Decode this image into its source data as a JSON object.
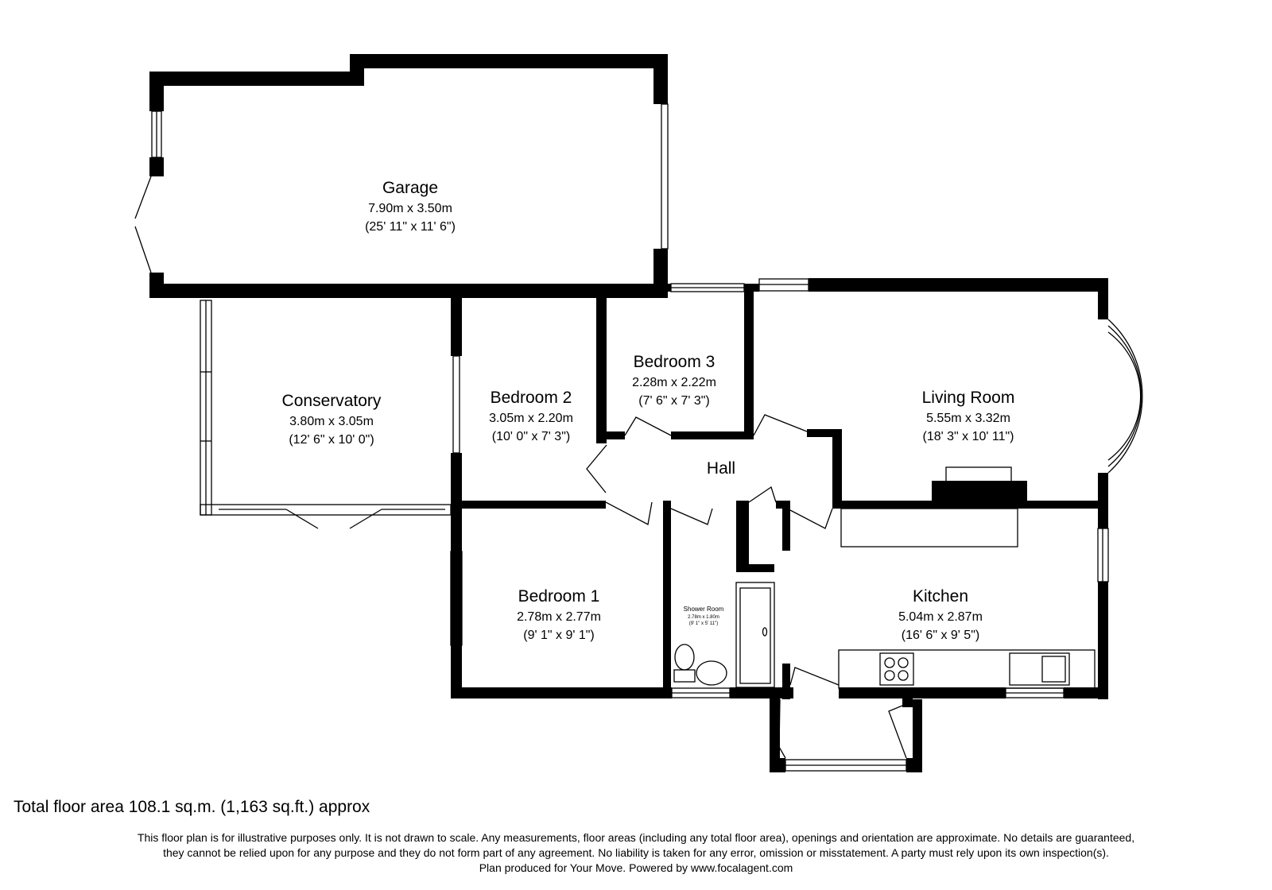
{
  "rooms": {
    "garage": {
      "name": "Garage",
      "metric": "7.90m x 3.50m",
      "imperial": "(25' 11\" x 11' 6\")"
    },
    "conservatory": {
      "name": "Conservatory",
      "metric": "3.80m x 3.05m",
      "imperial": "(12' 6\" x 10' 0\")"
    },
    "bedroom2": {
      "name": "Bedroom 2",
      "metric": "3.05m x 2.20m",
      "imperial": "(10' 0\" x 7' 3\")"
    },
    "bedroom3": {
      "name": "Bedroom 3",
      "metric": "2.28m x 2.22m",
      "imperial": "(7' 6\" x 7' 3\")"
    },
    "living": {
      "name": "Living Room",
      "metric": "5.55m x 3.32m",
      "imperial": "(18' 3\" x 10' 11\")"
    },
    "hall": {
      "name": "Hall"
    },
    "bedroom1": {
      "name": "Bedroom 1",
      "metric": "2.78m x 2.77m",
      "imperial": "(9' 1\" x 9' 1\")"
    },
    "shower": {
      "name": "Shower Room",
      "metric": "2.78m x 1.80m",
      "imperial": "(9' 1\" x 5' 11\")"
    },
    "kitchen": {
      "name": "Kitchen",
      "metric": "5.04m x 2.87m",
      "imperial": "(16' 6\" x 9' 5\")"
    }
  },
  "footer": {
    "total": "Total floor area 108.1 sq.m. (1,163 sq.ft.) approx",
    "disclaimer_1": "This floor plan is for illustrative purposes only. It is not drawn to scale. Any measurements, floor areas (including any total floor area), openings and orientation are approximate. No details are guaranteed,",
    "disclaimer_2": "they cannot be relied upon for any purpose and they do not form part of any agreement. No liability is taken for any error, omission or misstatement. A party must rely upon its own inspection(s).",
    "disclaimer_3": "Plan produced for Your Move. Powered by www.focalagent.com"
  },
  "colors": {
    "wall": "#000000",
    "background": "#ffffff",
    "fixture_stroke": "#000000"
  }
}
